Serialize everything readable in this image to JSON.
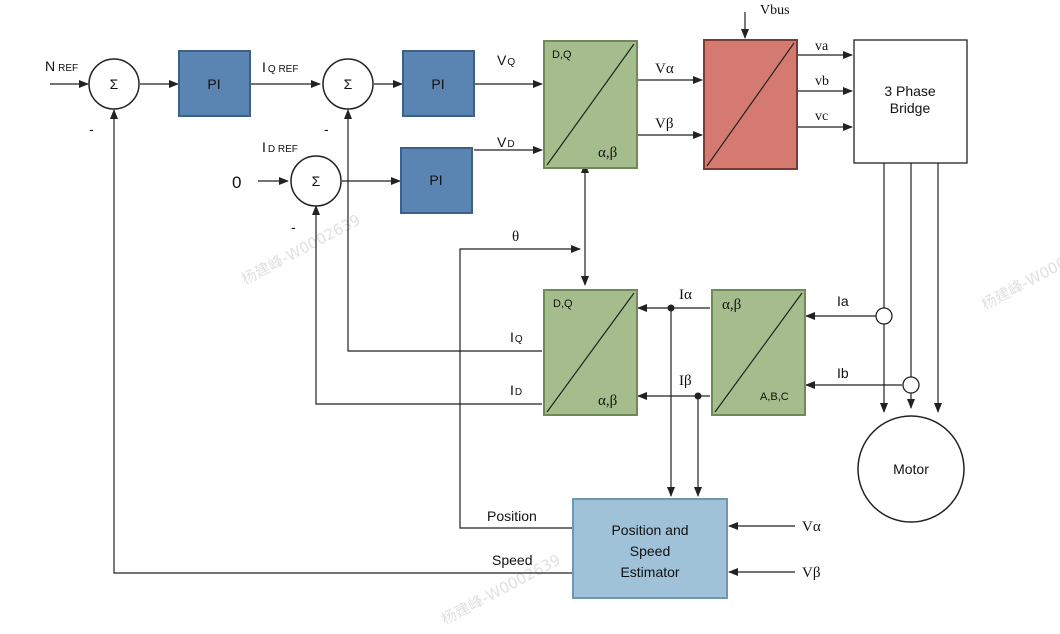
{
  "labels": {
    "n_ref": "N",
    "n_ref_sub": "REF",
    "iq_ref": "I",
    "iq_ref_sub": "Q REF",
    "id_ref": "I",
    "id_ref_sub": "D REF",
    "zero": "0",
    "vq": "V",
    "vq_sub": "Q",
    "vd": "V",
    "vd_sub": "D",
    "valpha": "Vα",
    "vbeta": "Vβ",
    "vbus": "Vbus",
    "va": "va",
    "vb": "vb",
    "vc": "vc",
    "theta": "θ",
    "ialpha": "Iα",
    "ibeta": "Iβ",
    "ia": "Ia",
    "ib": "Ib",
    "iq_fb": "I",
    "iq_fb_sub": "Q",
    "id_fb": "I",
    "id_fb_sub": "D",
    "position": "Position",
    "speed": "Speed",
    "valpha_in": "Vα",
    "vbeta_in": "Vβ",
    "minus": "-"
  },
  "blocks": {
    "sum": "Σ",
    "pi": "PI",
    "conv_dq": "D,Q",
    "conv_ab": "α,β",
    "conv_abc_top": "α,β",
    "conv_abc_bot": "A,B,C",
    "bridge_l1": "3 Phase",
    "bridge_l2": "Bridge",
    "motor": "Motor",
    "estimator_l1": "Position and",
    "estimator_l2": "Speed",
    "estimator_l3": "Estimator"
  },
  "watermark": "杨建峰-W0002639"
}
